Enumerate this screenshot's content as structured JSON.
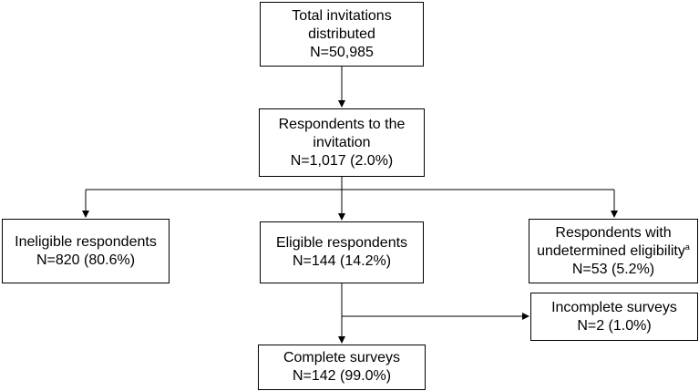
{
  "boxes": {
    "total": {
      "line1": "Total invitations",
      "line2": "distributed",
      "count": "N=50,985"
    },
    "respondents": {
      "line1": "Respondents to the",
      "line2": "invitation",
      "count": "N=1,017 (2.0%)"
    },
    "ineligible": {
      "line1": "Ineligible respondents",
      "count": "N=820 (80.6%)"
    },
    "eligible": {
      "line1": "Eligible respondents",
      "count": "N=144 (14.2%)"
    },
    "undetermined": {
      "line1": "Respondents with",
      "line2": "undetermined eligibility",
      "footnote": "a",
      "count": "N=53 (5.2%)"
    },
    "incomplete": {
      "line1": "Incomplete surveys",
      "count": "N=2 (1.0%)"
    },
    "complete": {
      "line1": "Complete surveys",
      "count": "N=142 (99.0%)"
    }
  },
  "colors": {
    "line": "#000000",
    "box_border": "#000000",
    "background": "#ffffff"
  }
}
